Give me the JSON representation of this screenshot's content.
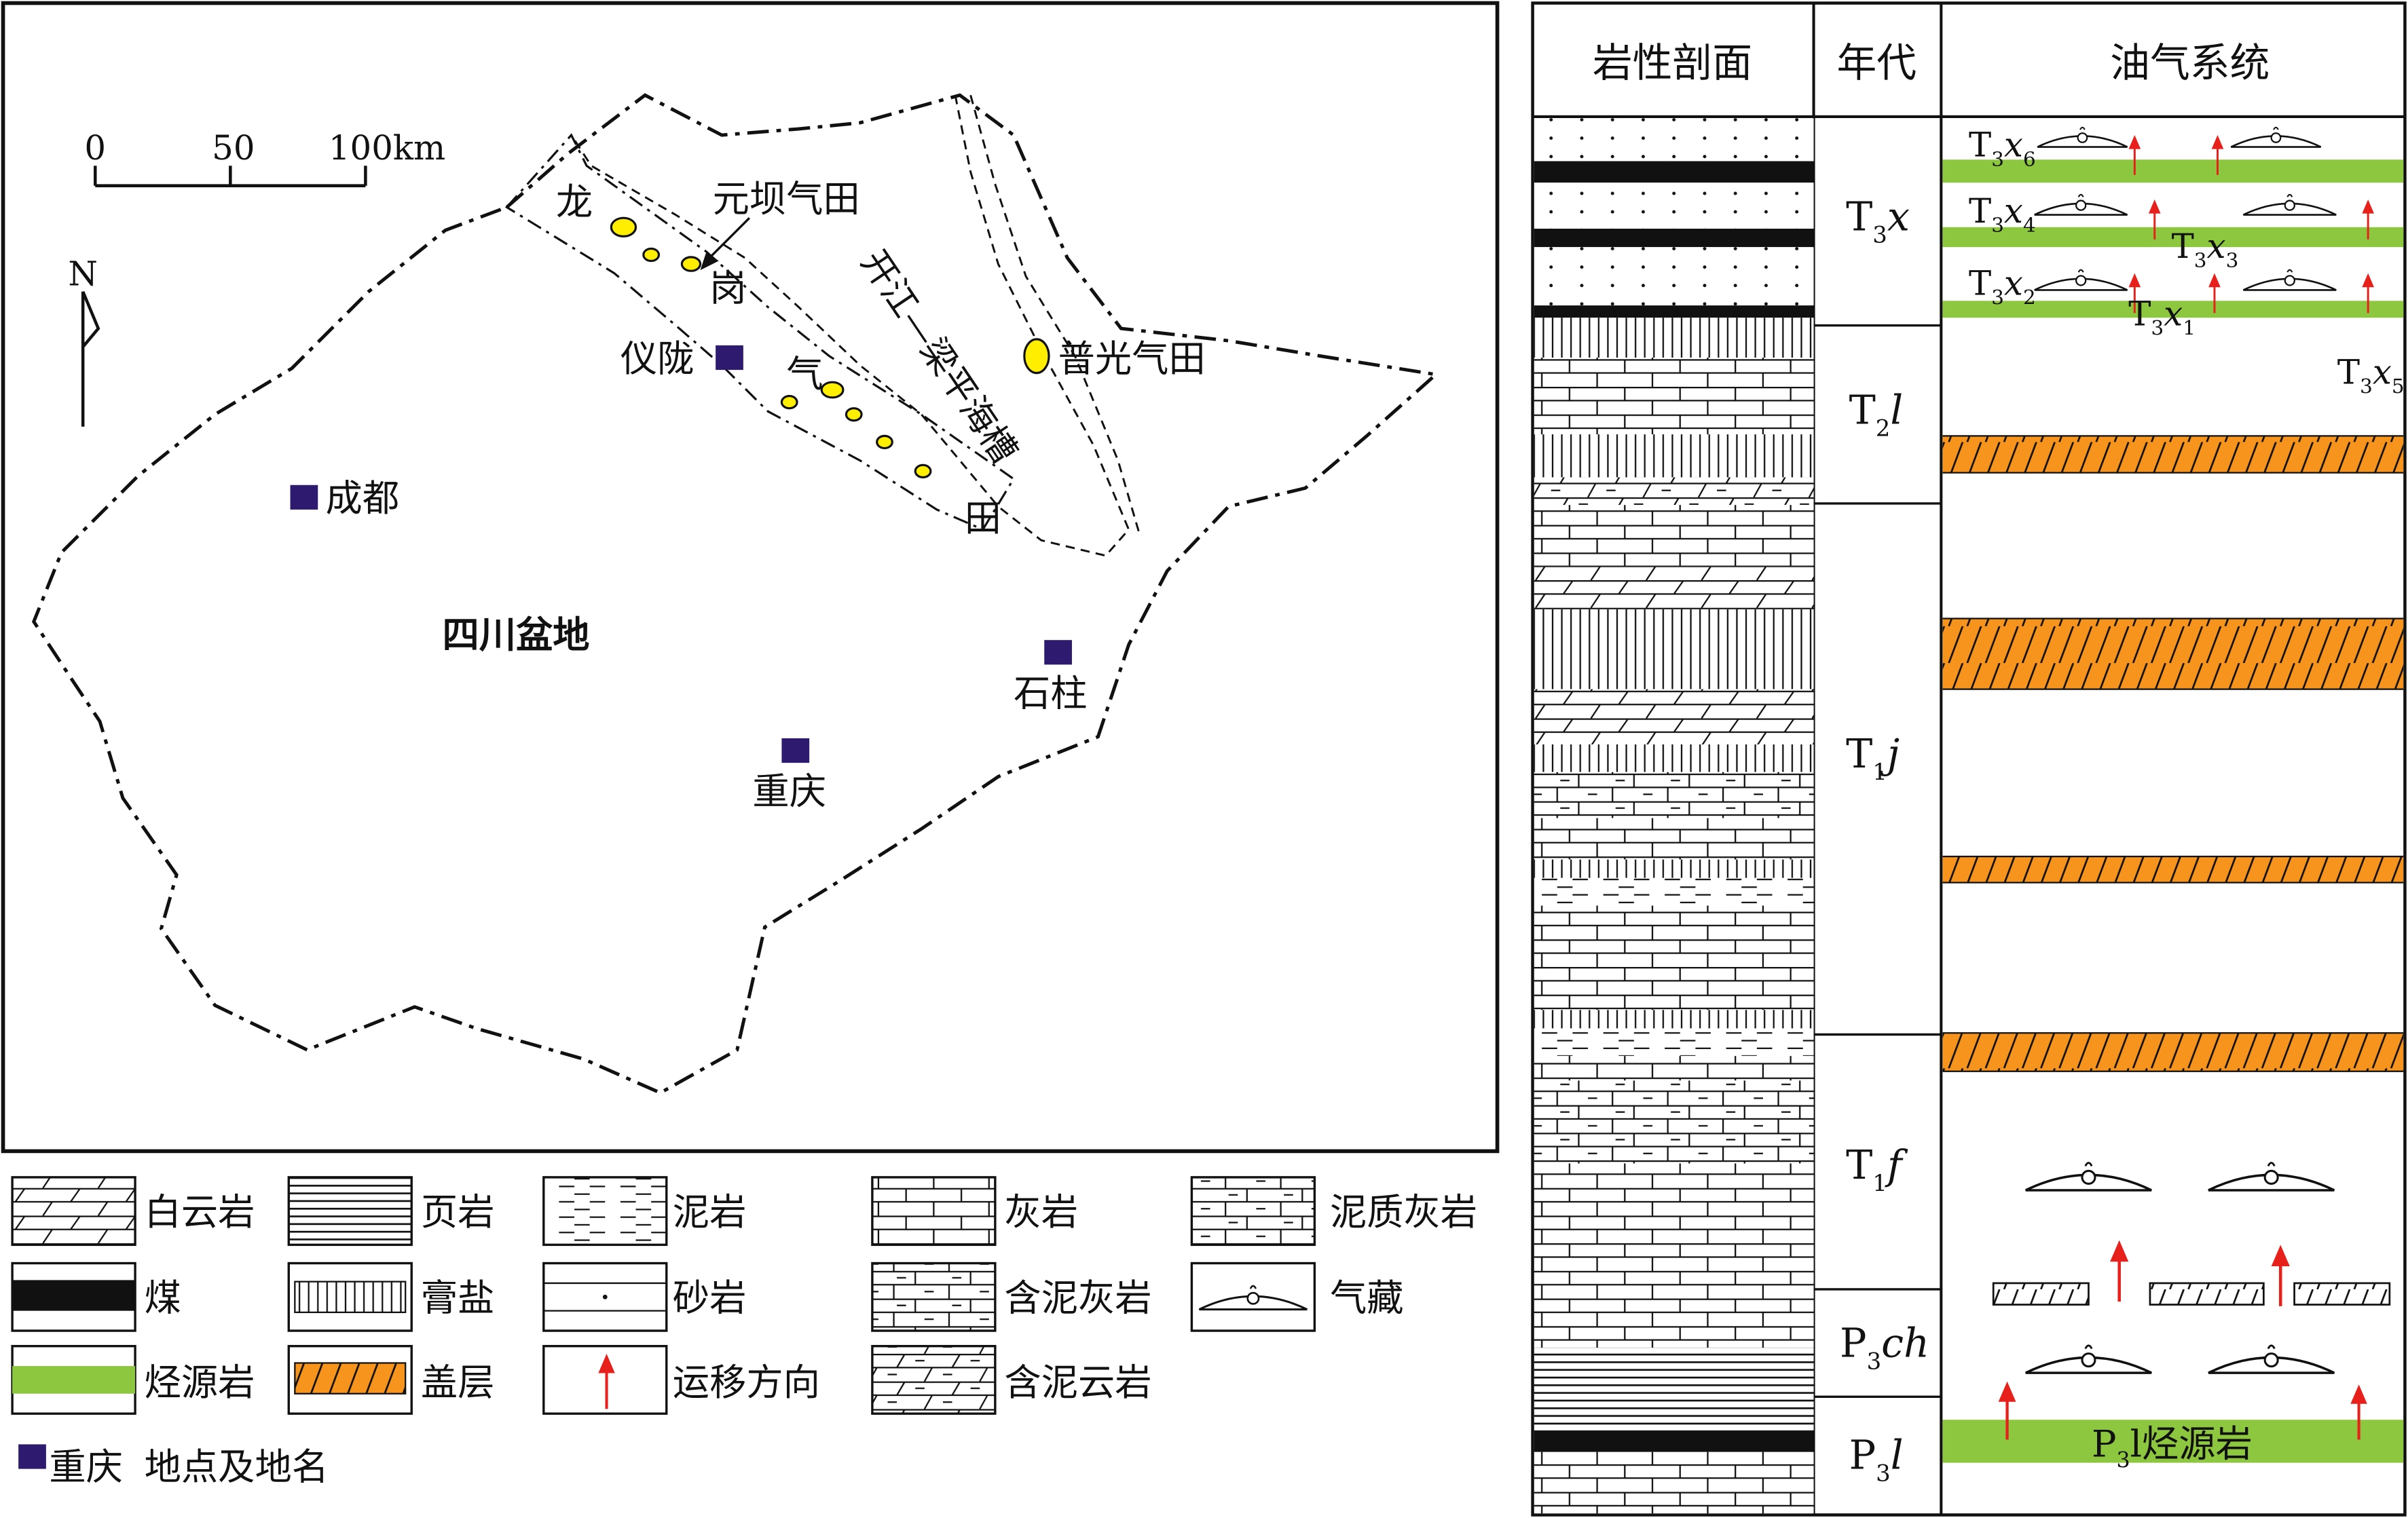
{
  "map": {
    "scale_ticks": [
      "0",
      "50",
      "100km"
    ],
    "north": "N",
    "basin": "四川盆地",
    "cities": {
      "chengdu": "成都",
      "yilong": "仪陇",
      "shizhu": "石柱",
      "chongqing": "重庆"
    },
    "yuanba": "元坝气田",
    "puguang": "普光气田",
    "longgang_chars": [
      "龙",
      "岗",
      "气",
      "田"
    ],
    "trough": "开江—梁平海槽"
  },
  "column": {
    "headers": {
      "lithology": "岩性剖面",
      "age": "年代",
      "system": "油气系统"
    },
    "ages": [
      {
        "key": "t3x",
        "base": "T",
        "sub": "3",
        "suffix": "x"
      },
      {
        "key": "t2l",
        "base": "T",
        "sub": "2",
        "suffix": "l"
      },
      {
        "key": "t1j",
        "base": "T",
        "sub": "1",
        "suffix": "j"
      },
      {
        "key": "t1f",
        "base": "T",
        "sub": "1",
        "suffix": "f"
      },
      {
        "key": "p3ch",
        "base": "P",
        "sub": "3",
        "suffix": "ch"
      },
      {
        "key": "p3l",
        "base": "P",
        "sub": "3",
        "suffix": "l"
      }
    ],
    "members": {
      "x6": {
        "base": "T",
        "sub": "3",
        "x": "x",
        "n": "6"
      },
      "x4": {
        "base": "T",
        "sub": "3",
        "x": "x",
        "n": "4"
      },
      "x3": {
        "base": "T",
        "sub": "3",
        "x": "x",
        "n": "3"
      },
      "x2": {
        "base": "T",
        "sub": "3",
        "x": "x",
        "n": "2"
      },
      "x1": {
        "base": "T",
        "sub": "3",
        "x": "x",
        "n": "1"
      },
      "x5": {
        "base": "T",
        "sub": "3",
        "x": "x",
        "n": "5"
      }
    },
    "p3l_source": {
      "base": "P",
      "sub": "3",
      "rest": "l烃源岩"
    }
  },
  "legend": {
    "dolomite": "白云岩",
    "shale": "页岩",
    "mudstone": "泥岩",
    "limestone": "灰岩",
    "marly_limestone": "泥质灰岩",
    "coal": "煤",
    "gypsum_salt": "膏盐",
    "sandstone": "砂岩",
    "argillaceous_limestone": "含泥灰岩",
    "gas_reservoir": "气藏",
    "source_rock": "烃源岩",
    "caprock": "盖层",
    "migration": "运移方向",
    "argillaceous_dolomite": "含泥云岩",
    "location_sample": "重庆",
    "location_label": "地点及地名"
  },
  "colors": {
    "source_rock": "#8dc63f",
    "caprock": "#f7941d",
    "gas_field": "#ffee00",
    "city": "#2e1a6e",
    "arrow": "#e8201c"
  }
}
